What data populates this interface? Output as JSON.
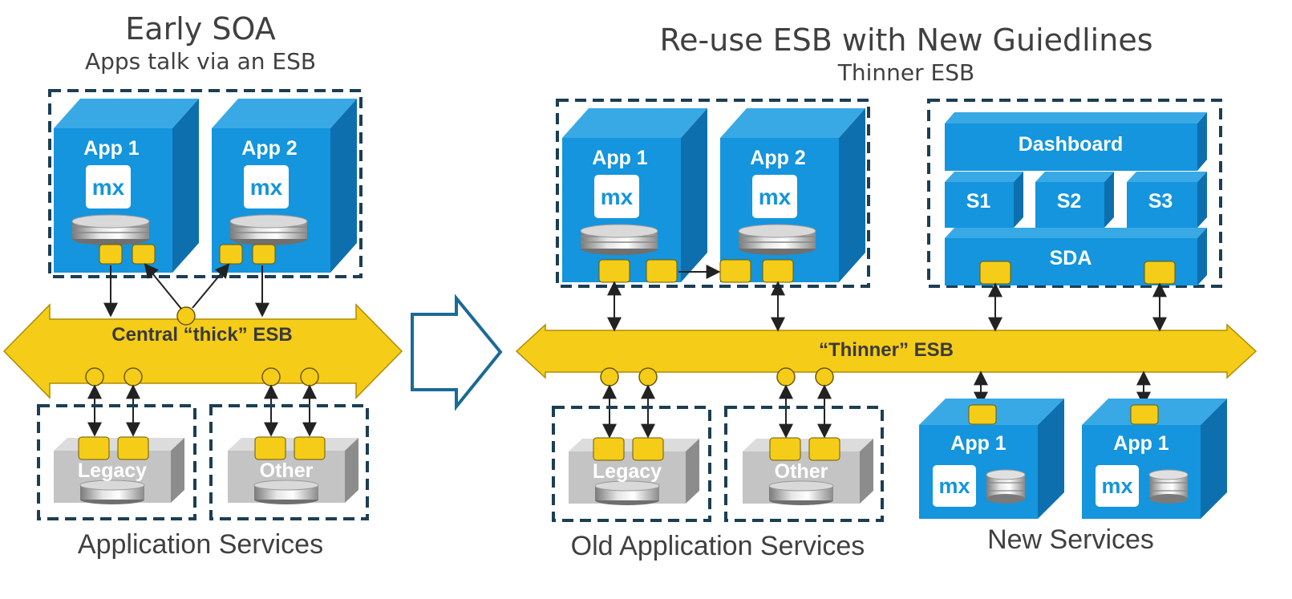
{
  "left": {
    "title": "Early SOA",
    "subtitle": "Apps talk via an ESB",
    "apps": [
      "App 1",
      "App 2"
    ],
    "esb_label": "Central “thick” ESB",
    "services": [
      "Legacy",
      "Other"
    ],
    "caption": "Application Services"
  },
  "right": {
    "title": "Re-use ESB with New Guiedlines",
    "subtitle": "Thinner ESB",
    "apps": [
      "App 1",
      "App 2"
    ],
    "dashboard": {
      "top": "Dashboard",
      "services": [
        "S1",
        "S2",
        "S3"
      ],
      "base": "SDA"
    },
    "esb_label": "“Thinner” ESB",
    "old_services": [
      "Legacy",
      "Other"
    ],
    "old_caption": "Old Application Services",
    "new_services": [
      "App 1",
      "App 1"
    ],
    "new_caption": "New Services"
  },
  "logo_text": "mx",
  "colors": {
    "box_front": "#1495DD",
    "box_side": "#0E6FAE",
    "box_top": "#39A9E6",
    "esb": "#F5CC18",
    "port": "#F5CC18",
    "dash": "#1B3E54",
    "grey_front": "#C4C4C4",
    "arrow_outline": "#1A6A9A"
  },
  "icons": [
    "database-icon",
    "mx-logo-icon",
    "port-icon",
    "transition-arrow-icon"
  ]
}
